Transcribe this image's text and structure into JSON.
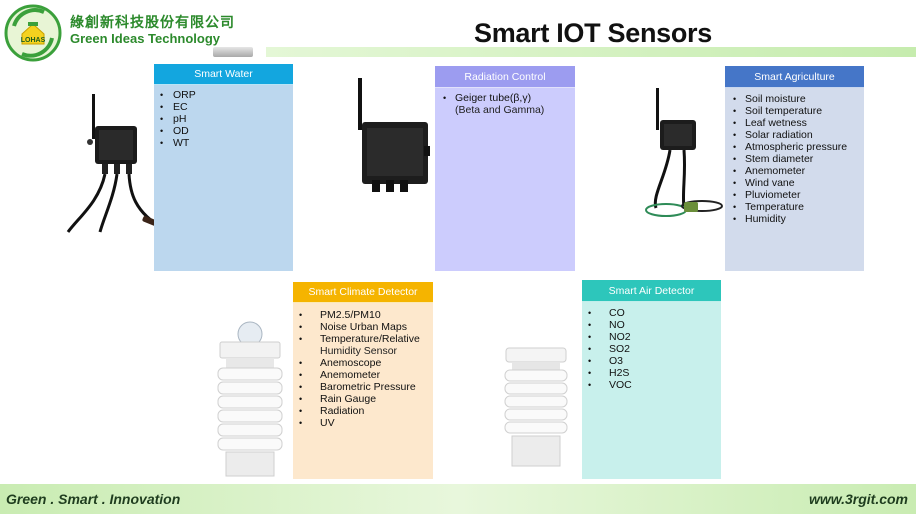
{
  "header": {
    "company_cn": "綠創新科技股份有限公司",
    "company_en": "Green Ideas Technology",
    "logo_text": "LOHAS",
    "title": "Smart IOT Sensors"
  },
  "cards": {
    "water": {
      "title": "Smart Water",
      "items": [
        "ORP",
        "EC",
        "pH",
        "OD",
        "WT"
      ]
    },
    "radiation": {
      "title": "Radiation Control",
      "items": [
        "Geiger tube(β,γ)",
        "(Beta and Gamma)"
      ]
    },
    "agriculture": {
      "title": "Smart Agriculture",
      "items": [
        "Soil moisture",
        "Soil temperature",
        "Leaf wetness",
        "Solar radiation",
        "Atmospheric pressure",
        "Stem diameter",
        "Anemometer",
        "Wind vane",
        "Pluviometer",
        "Temperature",
        "Humidity"
      ]
    },
    "climate": {
      "title": "Smart  Climate Detector",
      "items": [
        "PM2.5/PM10",
        "Noise Urban Maps",
        "Temperature/Relative",
        "Humidity Sensor",
        "Anemoscope",
        "Anemometer",
        "Barometric Pressure",
        "Rain Gauge",
        "Radiation",
        "UV"
      ]
    },
    "air": {
      "title": "Smart  Air Detector",
      "items": [
        "CO",
        "NO",
        "NO2",
        "SO2",
        "O3",
        "H2S",
        "VOC"
      ]
    }
  },
  "footer": {
    "slogan": "Green . Smart . Innovation",
    "url": "www.3rgit.com"
  },
  "colors": {
    "water_header": "#13a6df",
    "radiation_header": "#9c9cf0",
    "agriculture_header": "#4576c8",
    "climate_header": "#f5b400",
    "air_header": "#2dc6bb"
  }
}
